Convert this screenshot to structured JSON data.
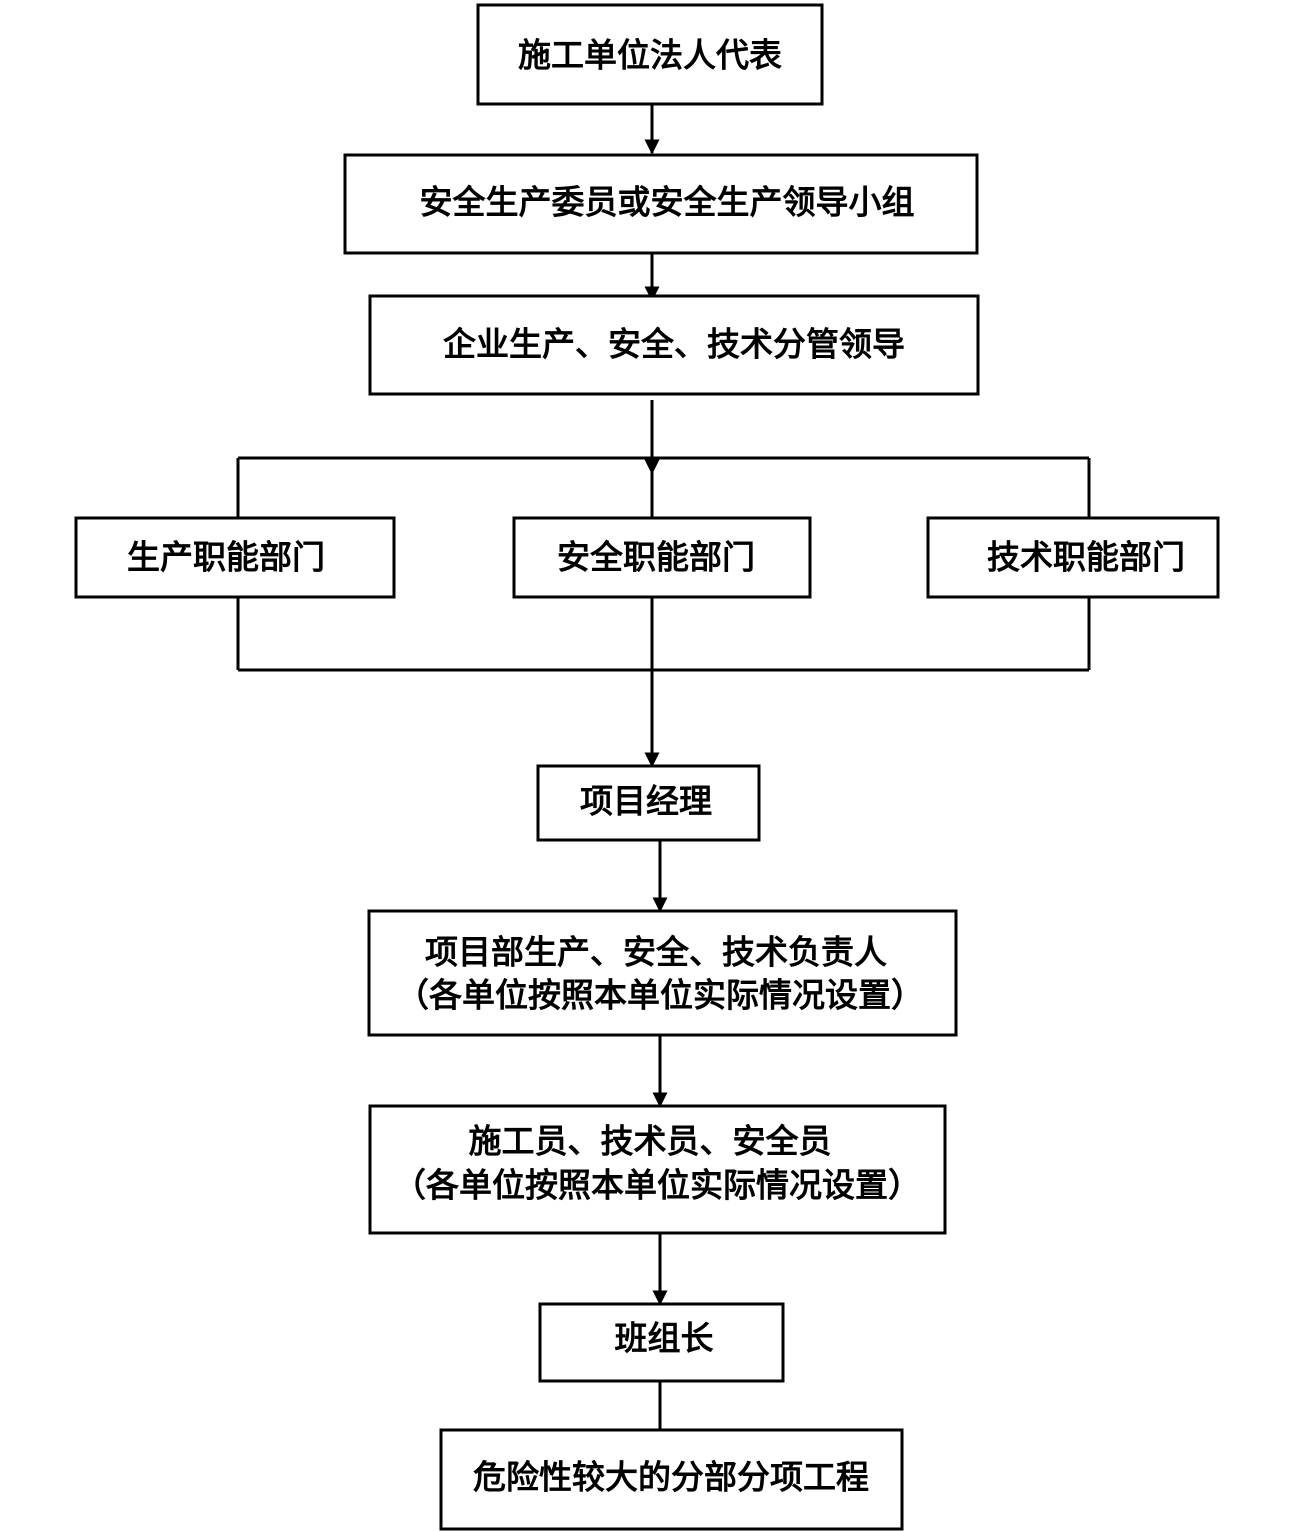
{
  "nodes": {
    "legal_rep": {
      "label": "施工单位法人代表"
    },
    "safety_committee": {
      "label": "安全生产委员或安全生产领导小组"
    },
    "division_leaders": {
      "label": "企业生产、安全、技术分管领导"
    },
    "production_dept": {
      "label": "生产职能部门"
    },
    "safety_dept": {
      "label": "安全职能部门"
    },
    "technical_dept": {
      "label": "技术职能部门"
    },
    "project_manager": {
      "label": "项目经理"
    },
    "project_leads": {
      "label": "项目部生产、安全、技术负责人",
      "note": "（各单位按照本单位实际情况设置）"
    },
    "site_staff": {
      "label": "施工员、技术员、安全员",
      "note": "（各单位按照本单位实际情况设置）"
    },
    "team_leader": {
      "label": "班组长"
    },
    "hazardous_works": {
      "label": "危险性较大的分部分项工程"
    }
  },
  "colors": {
    "stroke": "#000000",
    "background": "#ffffff"
  }
}
